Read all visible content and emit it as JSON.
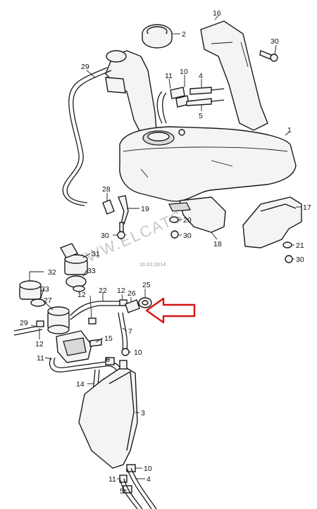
{
  "diagram": {
    "watermark": "WWW.ELCATS.RU",
    "date_stamp": "16.02.2014",
    "highlight_color": "#d41414",
    "callouts": {
      "c1": "1",
      "c2": "2",
      "c3": "3",
      "c4a": "4",
      "c4b": "4",
      "c5a": "5",
      "c5b": "5",
      "c6": "6",
      "c7": "7",
      "c10a": "10",
      "c10b": "10",
      "c10c": "10",
      "c11a": "11",
      "c11b": "11",
      "c11c": "11",
      "c12a": "12",
      "c12b": "12",
      "c12c": "12",
      "c14": "14",
      "c15": "15",
      "c16": "16",
      "c17": "17",
      "c18": "18",
      "c19": "19",
      "c20": "20",
      "c21": "21",
      "c22": "22",
      "c25": "25",
      "c26": "26",
      "c27": "27",
      "c28": "28",
      "c29a": "29",
      "c29b": "29",
      "c30a": "30",
      "c30b": "30",
      "c30c": "30",
      "c30d": "30",
      "c31": "31",
      "c32": "32",
      "c33a": "33",
      "c33b": "33"
    }
  }
}
